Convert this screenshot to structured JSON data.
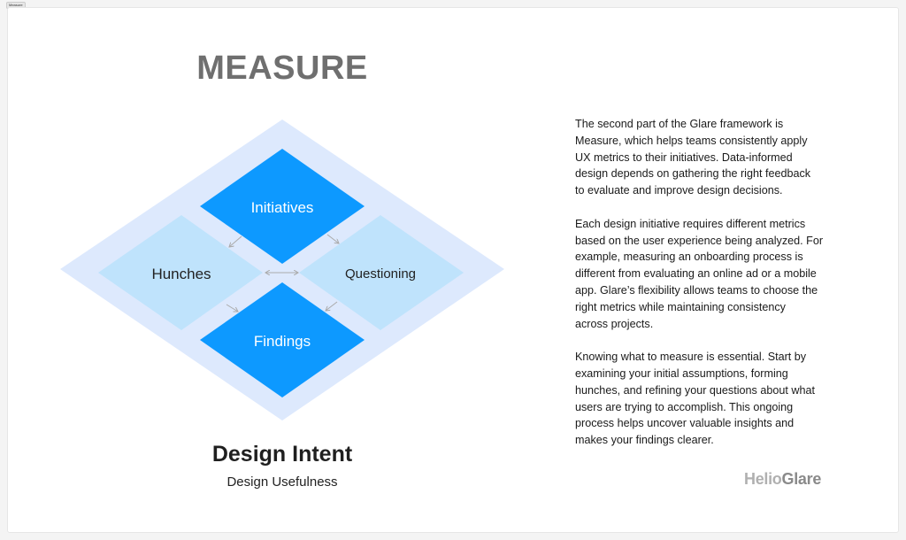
{
  "frame_label": "Measure",
  "title": "MEASURE",
  "diagram": {
    "top": "Initiatives",
    "left": "Hunches",
    "right": "Questioning",
    "bottom": "Findings",
    "colors": {
      "outer": "#dde9fd",
      "primary": "#0d99ff",
      "secondary": "#bfe3fc",
      "arrow": "#aaaaaa"
    }
  },
  "caption": {
    "heading": "Design Intent",
    "sub": "Design Usefulness"
  },
  "paragraphs": [
    [
      "The second part of the Glare framework is",
      "Measure, which helps teams consistently apply",
      "UX metrics to their initiatives. Data-informed",
      "design depends on gathering the right feedback",
      "to evaluate and improve design decisions."
    ],
    [
      "Each design initiative requires different metrics",
      "based on the user experience being analyzed. For",
      "example, measuring an onboarding process is",
      "different from evaluating an online ad or a mobile",
      "app. Glare’s flexibility allows teams to choose the",
      "right metrics while maintaining consistency",
      "across projects."
    ],
    [
      "Knowing what to measure is essential. Start by",
      "examining your initial assumptions, forming",
      "hunches, and refining your questions about what",
      "users are trying to accomplish. This ongoing",
      "process helps uncover valuable insights and",
      "makes your findings clearer."
    ]
  ],
  "logo": {
    "part1": "Helio",
    "part2": "Glare"
  }
}
